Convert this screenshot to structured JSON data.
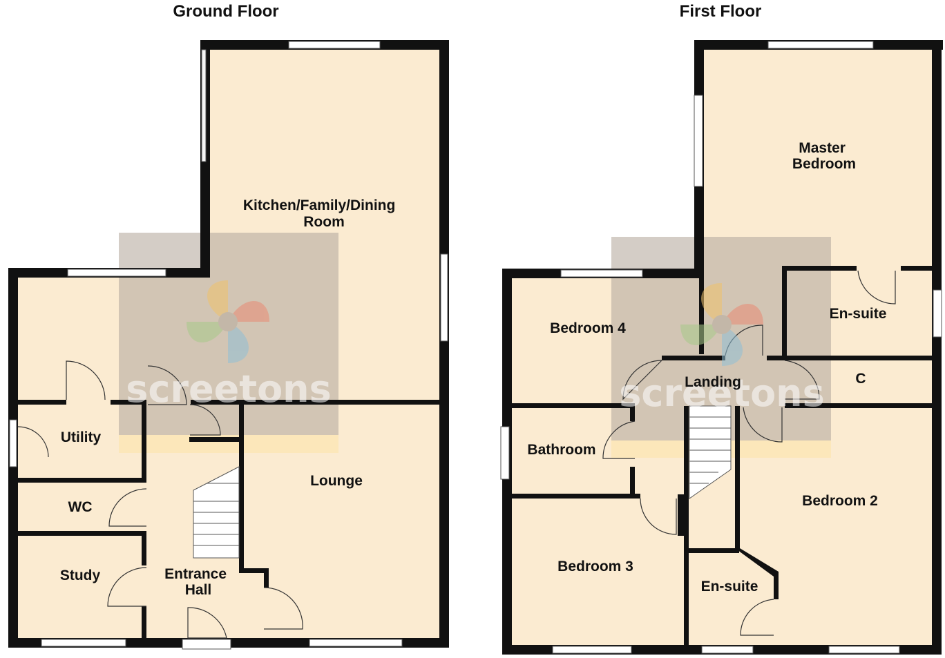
{
  "colors": {
    "room_fill": "#fbebd1",
    "wall": "#111111",
    "window": "#ffffff",
    "watermark_box": "#b7aca0",
    "watermark_band": "#fde6b4"
  },
  "ground_floor": {
    "title": "Ground Floor",
    "rooms": {
      "kitchen": [
        "Kitchen/Family/Dining",
        "Room"
      ],
      "utility": [
        "Utility"
      ],
      "wc": [
        "WC"
      ],
      "study": [
        "Study"
      ],
      "entrance_hall": [
        "Entrance",
        "Hall"
      ],
      "lounge": [
        "Lounge"
      ]
    }
  },
  "first_floor": {
    "title": "First Floor",
    "rooms": {
      "master_bedroom": [
        "Master",
        "Bedroom"
      ],
      "en_suite_master": [
        "En-suite"
      ],
      "cupboard": [
        "C"
      ],
      "bedroom4": [
        "Bedroom 4"
      ],
      "landing": [
        "Landing"
      ],
      "bathroom": [
        "Bathroom"
      ],
      "bedroom3": [
        "Bedroom 3"
      ],
      "en_suite_2": [
        "En-suite"
      ],
      "bedroom2": [
        "Bedroom 2"
      ]
    }
  },
  "watermark": {
    "brand": "screetons",
    "icon": "pinwheel-logo-icon"
  }
}
